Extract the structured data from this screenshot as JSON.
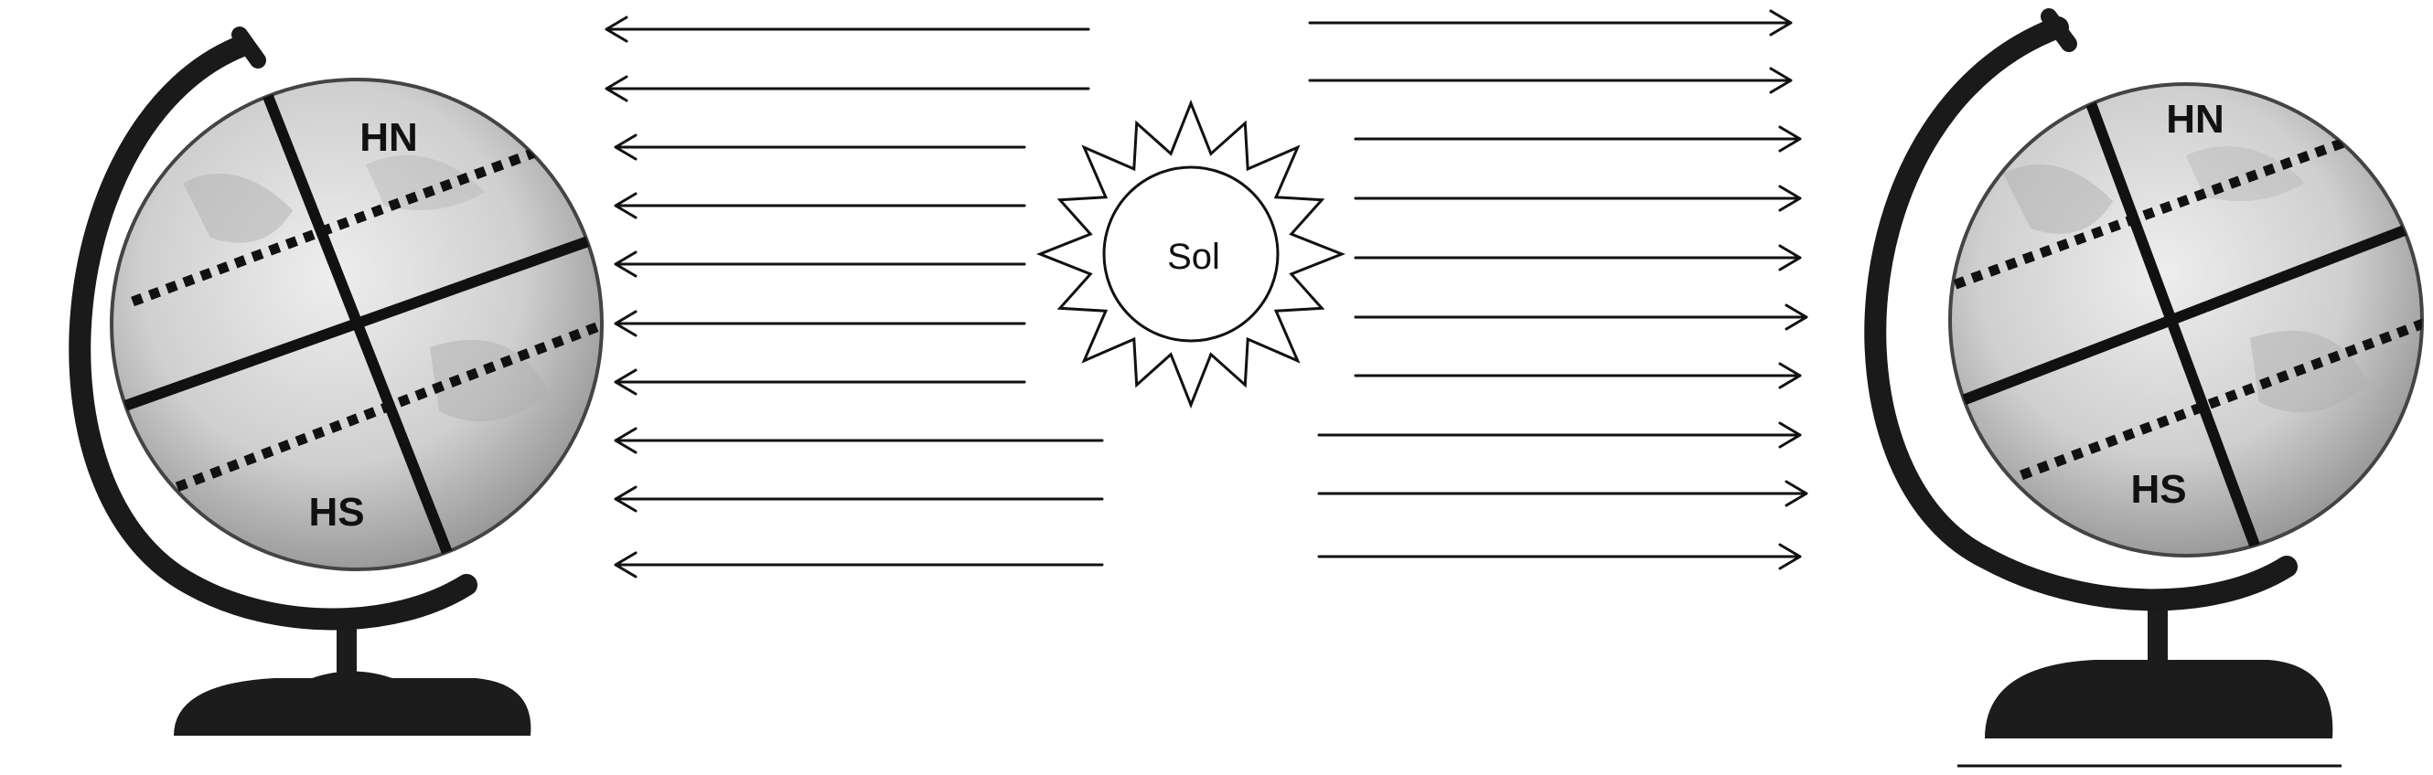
{
  "sun": {
    "label": "Sol"
  },
  "globes": [
    {
      "north_label": "HN",
      "south_label": "HS"
    },
    {
      "north_label": "HN",
      "south_label": "HS"
    }
  ],
  "rays": {
    "left_count": 10,
    "right_count": 10,
    "left_direction": "left",
    "right_direction": "right"
  },
  "colors": {
    "line": "#111111",
    "globe_fill": "#c8c8c8",
    "frame": "#1a1a1a",
    "background": "#ffffff"
  }
}
